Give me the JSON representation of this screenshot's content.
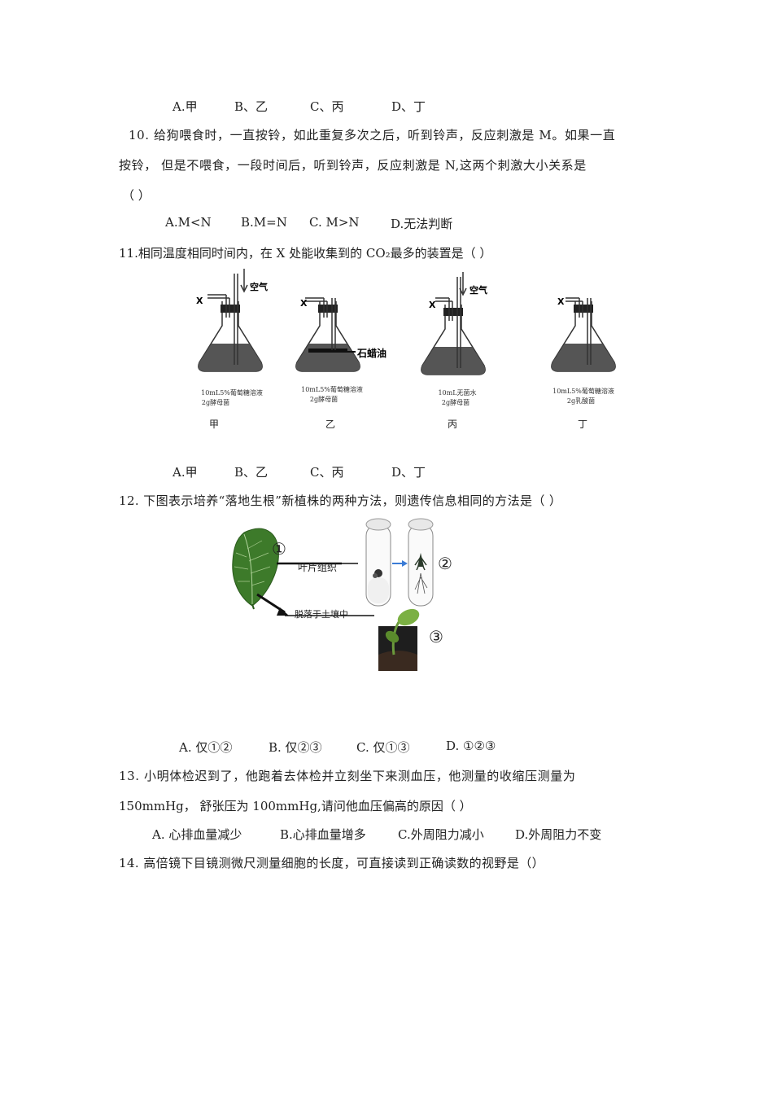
{
  "q9_options": [
    "A.甲",
    "B、乙",
    "C、丙",
    "D、丁"
  ],
  "q10": {
    "line1": "10.  给狗喂食时，一直按铃，如此重复多次之后，听到铃声，反应刺激是 M。如果一直",
    "line2": "按铃，  但是不喂食，一段时间后，听到铃声，反应刺激是 N,这两个刺激大小关系是",
    "line3": "（    ）",
    "options": [
      "A.M<N",
      "B.M=N",
      "C.  M>N",
      "D.无法判断"
    ]
  },
  "q11": {
    "stem": "11.相同温度相同时间内，在 X 处能收集到的 CO₂最多的装置是（  ）",
    "x_label": "X",
    "air_label": "空气",
    "paraffin_label": "石蜡油",
    "flasks": [
      {
        "caption1": "10mL5%葡萄糖溶液",
        "caption2": "2g酵母菌",
        "name": "甲"
      },
      {
        "caption1": "10mL5%葡萄糖溶液",
        "caption2": "2g酵母菌",
        "name": "乙"
      },
      {
        "caption1": "10mL无菌水",
        "caption2": "2g酵母菌",
        "name": "丙"
      },
      {
        "caption1": "10mL5%葡萄糖溶液",
        "caption2": "2g乳酸菌",
        "name": "丁"
      }
    ],
    "options": [
      "A.甲",
      "B、乙",
      "C、丙",
      "D、丁"
    ]
  },
  "q12": {
    "stem": "12.  下图表示培养“落地生根”新植株的两种方法，则遗传信息相同的方法是（  ）",
    "label_leaf_tissue": "叶片组织",
    "label_soil": "脱落于土壤中",
    "mark1": "①",
    "mark2": "②",
    "mark3": "③",
    "options": [
      "A.  仅①②",
      "B.  仅②③",
      "C.  仅①③",
      "D.  ①②③"
    ]
  },
  "q13": {
    "line1": "13.  小明体检迟到了，他跑着去体检并立刻坐下来测血压，他测量的收缩压测量为",
    "line2": "150mmHg，  舒张压为 100mmHg,请问他血压偏高的原因（  ）",
    "options": [
      "A.  心排血量减少",
      "B.心排血量增多",
      "C.外周阻力减小",
      "D.外周阻力不变"
    ]
  },
  "q14": {
    "stem": "14.  高倍镜下目镜测微尺测量细胞的长度，可直接读到正确读数的视野是（）"
  }
}
